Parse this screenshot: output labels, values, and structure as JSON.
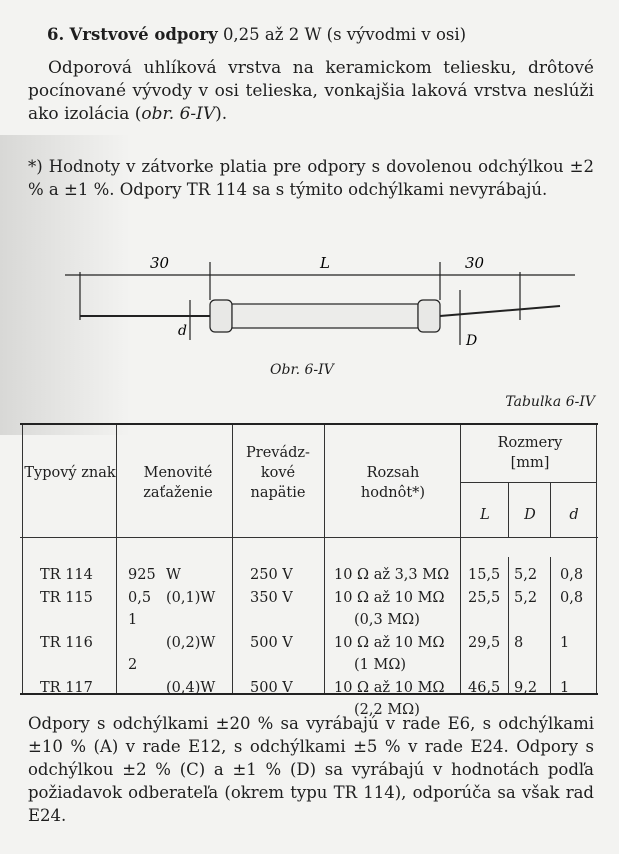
{
  "heading": {
    "number": "6.",
    "bold": "Vrstvové odpory",
    "rest": "0,25 až 2 W (s vývodmi v osi)"
  },
  "intro": {
    "text": "Odporová uhlíková vrstva na keramickom teliesku, drôtové pocínované vývody v osi telieska, vonkajšia laková vrstva neslúži ako izolácia (",
    "ref": "obr. 6-IV",
    "end": ")."
  },
  "footnote": "*) Hodnoty v zátvorke platia pre odpory s dovolenou odchýlkou ±2 % a ±1 %. Odpory TR 114 sa s týmito odchýlkami nevyrábajú.",
  "figure": {
    "dim_left": "30",
    "dim_body": "L",
    "dim_right": "30",
    "lead_label": "d",
    "body_label": "D",
    "caption": "Obr. 6-IV"
  },
  "table": {
    "caption": "Tabulka 6-IV",
    "headers": {
      "type": "Typový znak",
      "power": "Menovité zaťaženie",
      "voltage": "Prevádz-kové napätie",
      "range": "Rozsah hodnôt*)",
      "dims": "Rozmery [mm]",
      "L": "L",
      "D": "D",
      "d": "d"
    },
    "lines": [
      {
        "type": "TR 114",
        "p1": "925",
        "p2": "W",
        "voltage": "250 V",
        "range": "10 Ω až 3,3 MΩ",
        "L": "15,5",
        "D": "5,2",
        "d": "0,8"
      },
      {
        "type": "TR 115",
        "p1": "0,5",
        "p2": "(0,1)W",
        "voltage": "350 V",
        "range": "10 Ω až 10 MΩ",
        "L": "25,5",
        "D": "5,2",
        "d": "0,8"
      },
      {
        "p1": "1",
        "range": "(0,3 MΩ)"
      },
      {
        "type": "TR 116",
        "p2": "(0,2)W",
        "voltage": "500 V",
        "range": "10 Ω až 10 MΩ",
        "L": "29,5",
        "D": "8",
        "d": "1"
      },
      {
        "p1": "2",
        "range": "(1 MΩ)"
      },
      {
        "type": "TR 117",
        "p2": "(0,4)W",
        "voltage": "500 V",
        "range": "10 Ω až 10 MΩ",
        "L": "46,5",
        "D": "9,2",
        "d": "1"
      },
      {
        "range": "(2,2 MΩ)"
      }
    ]
  },
  "closing": "Odpory s odchýlkami ±20 % sa vyrábajú v rade E6, s odchýlkami ±10 % (A) v rade E12, s odchýlkami ±5 % v rade E24. Odpory s odchýlkou ±2 % (C) a ±1 % (D) sa vyrábajú v hodnotách podľa požiadavok odberateľa (okrem typu TR 114), odporúča sa však rad E24."
}
